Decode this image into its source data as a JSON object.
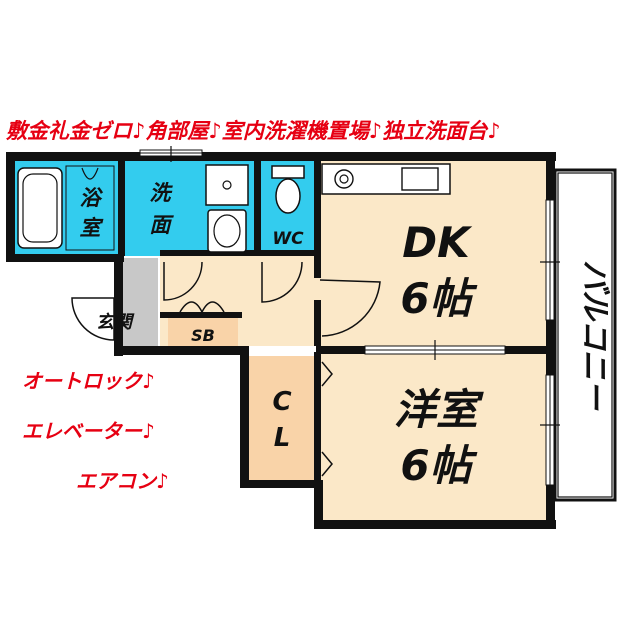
{
  "banner": {
    "text": "敷金礼金ゼロ♪角部屋♪室内洗濯機置場♪独立洗面台♪"
  },
  "features": [
    "オートロック♪",
    "エレベーター♪",
    "エアコン♪"
  ],
  "rooms": {
    "bath": {
      "line1": "浴",
      "line2": "室"
    },
    "washroom": {
      "line1": "洗",
      "line2": "面"
    },
    "toilet": {
      "label": "WC"
    },
    "entrance": {
      "label": "玄関"
    },
    "shoebox": {
      "label": "SB"
    },
    "closet": {
      "line1": "C",
      "line2": "L"
    },
    "dk": {
      "line1": "DK",
      "line2": "6帖"
    },
    "western": {
      "line1": "洋室",
      "line2": "6帖"
    },
    "balcony": {
      "label": "バルコニー"
    }
  },
  "colors": {
    "banner_red": "#e60012",
    "wet_area_cyan": "#33ccee",
    "room_beige": "#fbe8c8",
    "closet_peach": "#f9d3a8",
    "entrance_gray": "#c8c8c8",
    "wall": "#111111",
    "balcony_fill": "#ffffff"
  }
}
